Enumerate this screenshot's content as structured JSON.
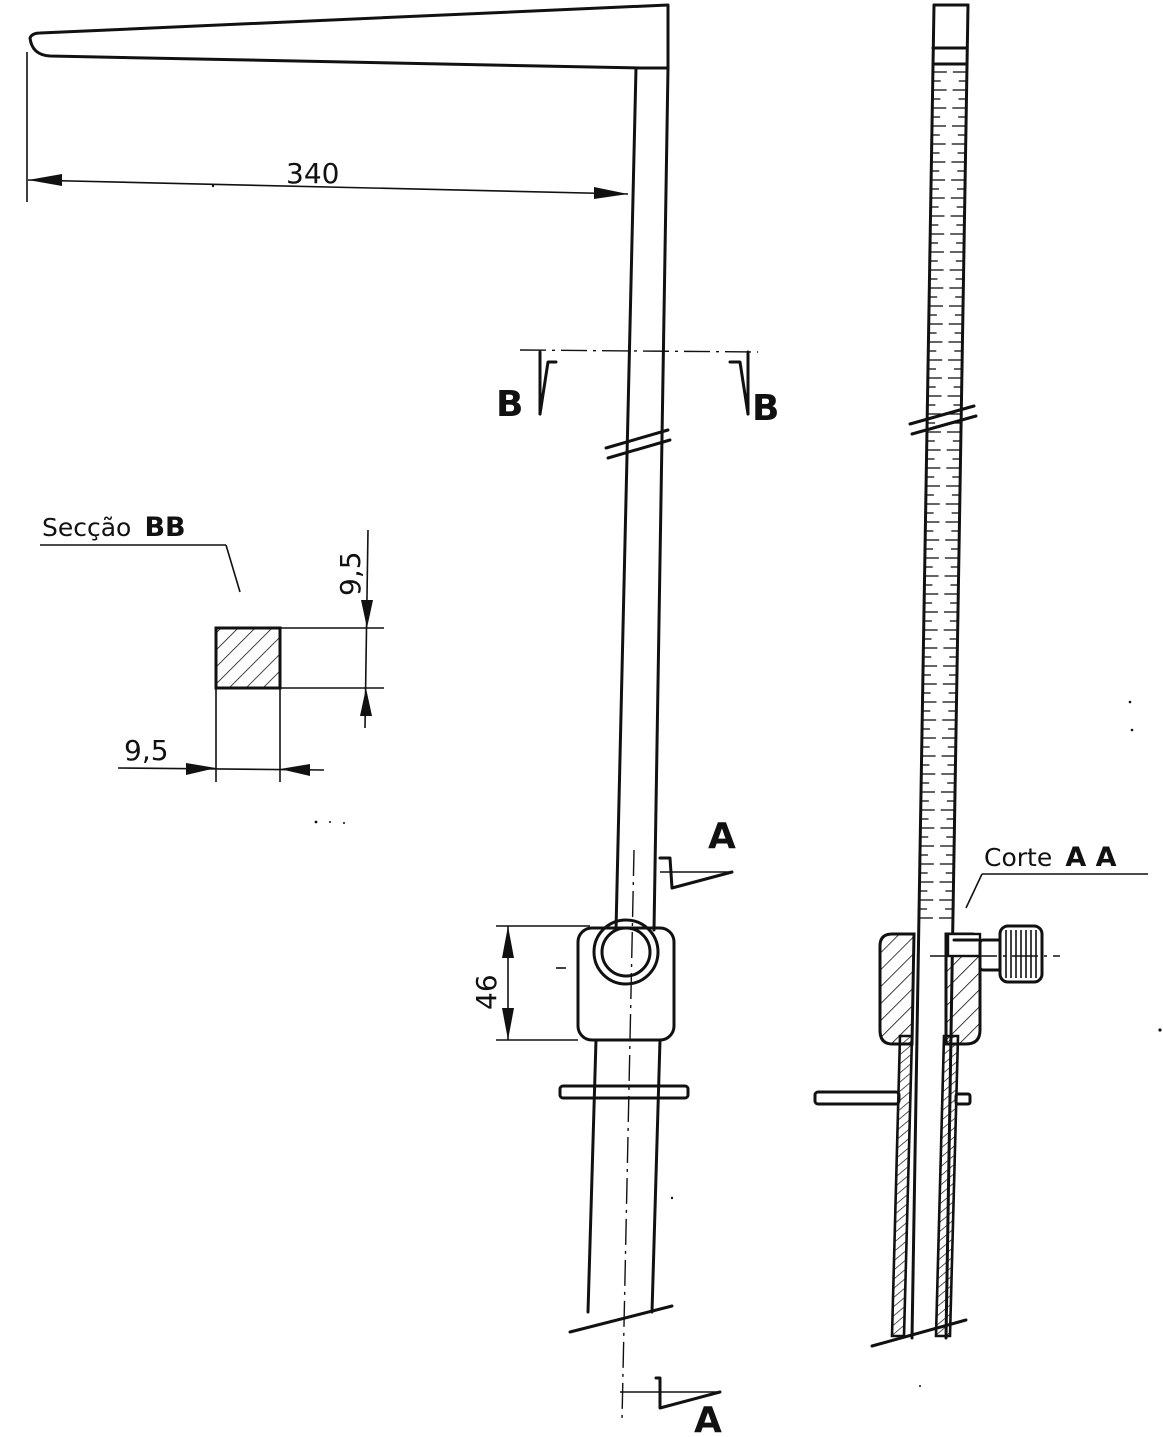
{
  "drawing": {
    "dimensions": {
      "arm_length": "340",
      "block_height": "46",
      "section_height": "9,5",
      "section_width": "9,5"
    },
    "section_markers": {
      "b_left": "B",
      "b_right": "B",
      "a_top": "A",
      "a_bottom": "A"
    },
    "captions": {
      "section_bb_prefix": "Secção",
      "section_bb_letters": "BB",
      "cut_aa_prefix": "Corte",
      "cut_aa_letters": "A A"
    }
  }
}
